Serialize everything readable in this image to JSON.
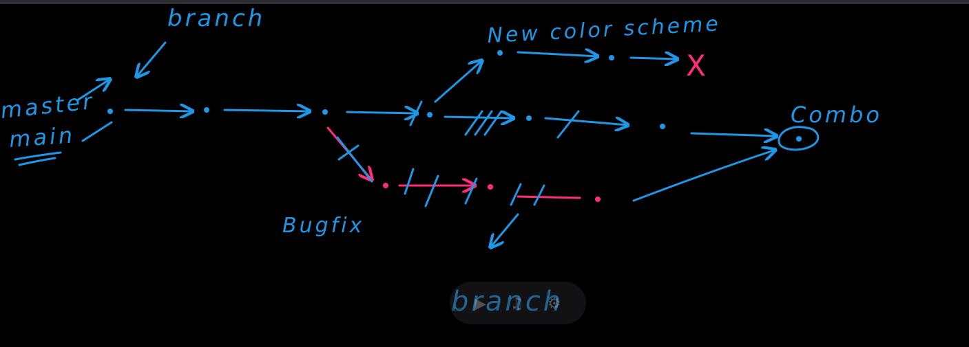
{
  "labels": {
    "branch_top": "branch",
    "master": "master",
    "main": "main",
    "new_color_scheme": "New color scheme",
    "combo": "Combo",
    "bugfix": "Bugfix",
    "branch_bottom": "branch",
    "cancel_mark": "X"
  },
  "colors": {
    "background": "#000000",
    "blue": "#1e97e6",
    "pink": "#ff2d7a"
  },
  "overlay": {
    "icons": [
      "play-icon",
      "volume-icon",
      "settings-icon"
    ]
  }
}
